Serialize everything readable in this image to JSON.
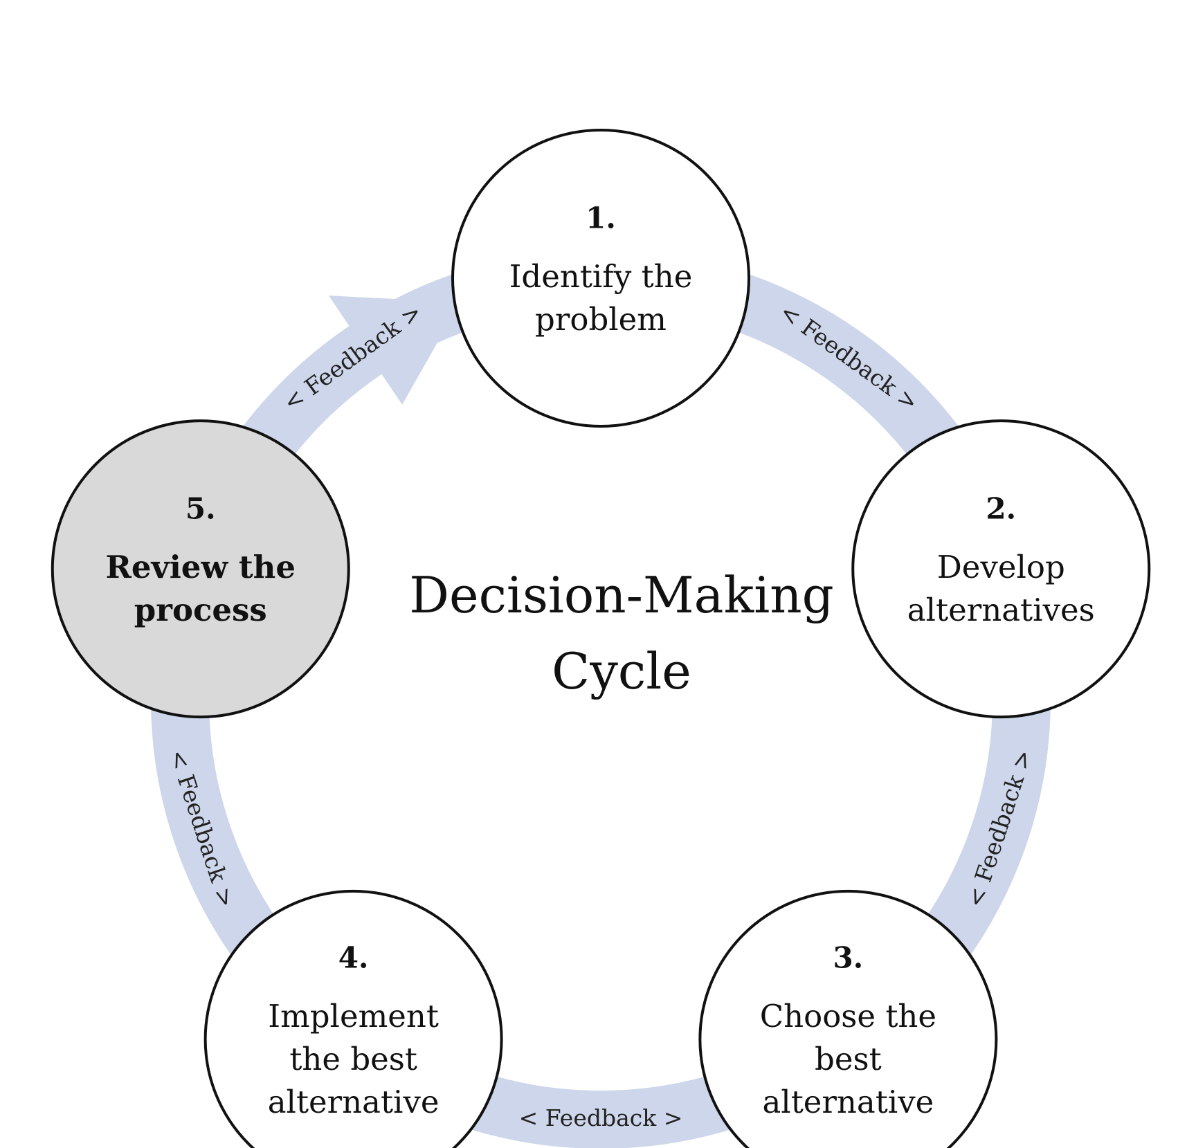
{
  "title_lines": [
    "Decision-Making",
    "Cycle"
  ],
  "colors": {
    "ring": "#cdd6ea",
    "node_fill": "#ffffff",
    "node_fill_highlight": "#d9d9d9",
    "node_stroke": "#111111",
    "text": "#111111"
  },
  "steps": [
    {
      "number": "1.",
      "lines": [
        "Identify the",
        "problem"
      ],
      "highlight": false
    },
    {
      "number": "2.",
      "lines": [
        "Develop",
        "alternatives"
      ],
      "highlight": false
    },
    {
      "number": "3.",
      "lines": [
        "Choose the",
        "best",
        "alternative"
      ],
      "highlight": false
    },
    {
      "number": "4.",
      "lines": [
        "Implement",
        "the best",
        "alternative"
      ],
      "highlight": false
    },
    {
      "number": "5.",
      "lines": [
        "Review the",
        "process"
      ],
      "highlight": true
    }
  ],
  "feedback_labels": [
    "< Feedback >",
    "< Feedback >",
    "< Feedback >",
    "< Feedback >",
    "< Feedback >"
  ]
}
